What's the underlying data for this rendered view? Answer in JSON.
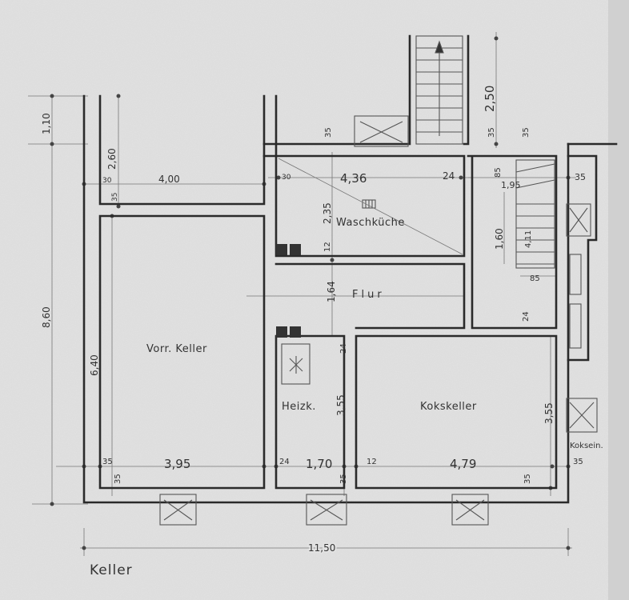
{
  "title": "Keller",
  "rooms": {
    "waschkueche": "Waschküche",
    "flur": "Flur",
    "vorratskeller": "Vorr. Keller",
    "heizkeller": "Heizk.",
    "kokskeller": "Kokskeller",
    "kokseinwurf": "Koksein."
  },
  "dimensions": {
    "overall_height": "8,60",
    "top_strip": "1,10",
    "top_room_height": "2,60",
    "top_room_width": "4,00",
    "top_room_wall_left": "30",
    "top_room_wall_bottom": "35",
    "vorr_height": "6,40",
    "wasch_wall_left": "30",
    "wasch_width": "4,36",
    "wasch_wall_right": "24",
    "wasch_height": "2,35",
    "wasch_top_wall": "35",
    "flur_wall_top": "12",
    "flur_height": "1,64",
    "stair_length": "2,50",
    "stair_wall_left": "35",
    "stair_wall_right": "35",
    "stair2_top": "85",
    "stair2_turn": "1,95",
    "stair2_height": "1,60",
    "stair2_run": "4,11",
    "stair2_bottom": "85",
    "right_wall": "35",
    "flur_wall_right": "24",
    "heiz_wall": "24",
    "heiz_height": "3,55",
    "koks_height": "3,55",
    "vorr_wall_left": "35",
    "vorr_wall_bottom": "35",
    "vorr_width": "3,95",
    "heiz_wall_left": "24",
    "heiz_width": "1,70",
    "heiz_wall_bottom": "35",
    "koks_wall_left": "12",
    "koks_width": "4,79",
    "koks_wall_bottom": "35",
    "koks_wall_right": "35",
    "overall_width": "11,50"
  }
}
